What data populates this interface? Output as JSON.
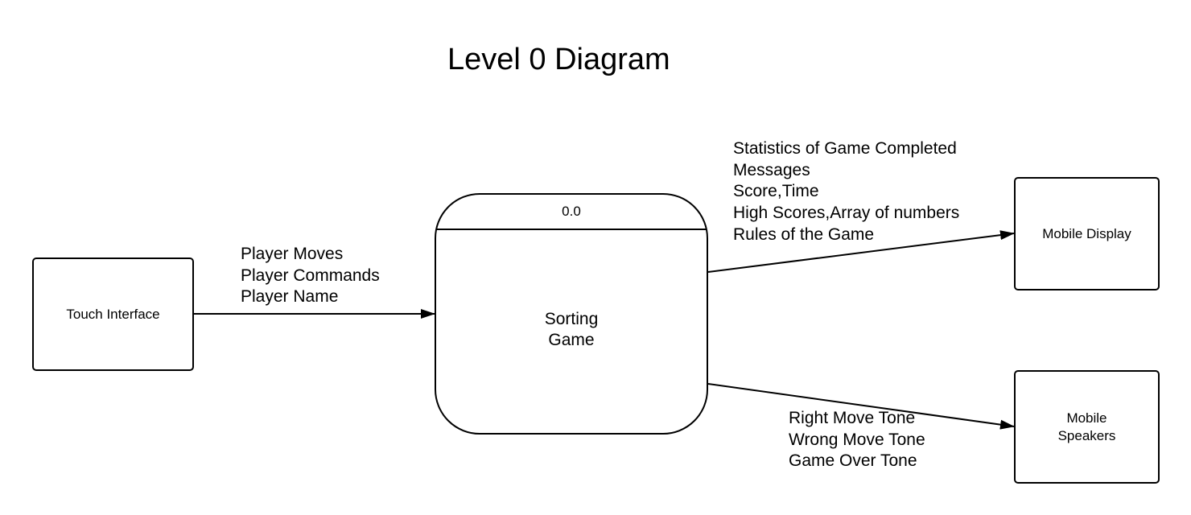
{
  "title": "Level 0 Diagram",
  "process": {
    "id": "0.0",
    "name_lines": [
      "Sorting",
      "Game"
    ]
  },
  "entities": {
    "touch_interface": {
      "lines": [
        "Touch Interface"
      ]
    },
    "mobile_display": {
      "lines": [
        "Mobile Display"
      ]
    },
    "mobile_speakers": {
      "lines": [
        "Mobile",
        "Speakers"
      ]
    }
  },
  "flows": {
    "input": {
      "lines": [
        "Player Moves",
        "Player Commands",
        "Player Name"
      ]
    },
    "display_output": {
      "lines": [
        "Statistics of Game Completed",
        "Messages",
        "Score,Time",
        "High Scores,Array of numbers",
        "Rules of the Game"
      ]
    },
    "speaker_output": {
      "lines": [
        "Right Move Tone",
        "Wrong Move Tone",
        "Game Over Tone"
      ]
    }
  },
  "colors": {
    "line": "#000000",
    "background": "#ffffff"
  }
}
